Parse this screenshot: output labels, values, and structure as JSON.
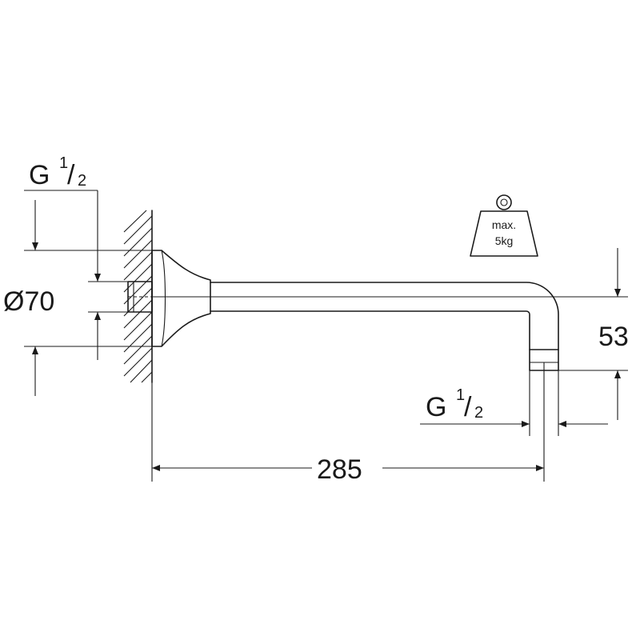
{
  "labels": {
    "thread_top": {
      "g": "G",
      "num": "1",
      "slash": "/",
      "den": "2"
    },
    "diameter": "Ø70",
    "thread_outlet": {
      "g": "G",
      "num": "1",
      "slash": "/",
      "den": "2"
    },
    "height": "53",
    "length": "285",
    "weight": {
      "line1": "max.",
      "line2": "5kg"
    }
  }
}
